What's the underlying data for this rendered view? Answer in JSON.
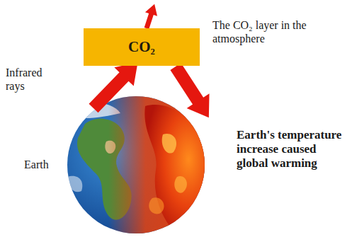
{
  "diagram": {
    "nodes": [
      {
        "text": [
          "CO₂"
        ]
      }
    ],
    "labels": [
      "Infrared rays",
      "Earth",
      "The CO₂ layer in the atmosphere",
      "Earth's temperature increase caused global warming"
    ]
  }
}
